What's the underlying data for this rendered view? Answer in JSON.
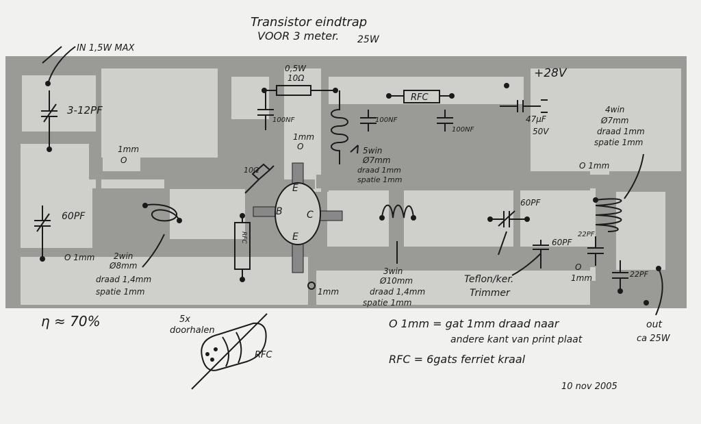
{
  "title": {
    "line1": "Transistor eindtrap",
    "line2": "VOOR 3 meter.",
    "power": "25W"
  },
  "input_label": "IN 1,5W MAX",
  "supply_label": "+28V",
  "capacitors": {
    "c_trim_in": "3-12PF",
    "c_trim_shunt": "60PF",
    "c_100nf_1": "100NF",
    "c_100nf_2": "100NF",
    "c_100nf_3": "100NF",
    "c_47uf": "47µF",
    "c_47uf_v": "50V",
    "c_out_trim1": "60PF",
    "c_out_trim2": "60PF",
    "c_22pf_1": "22PF",
    "c_22pf_2": "22PF"
  },
  "resistors": {
    "r_collector_power": "0,5W",
    "r_collector_value": "10Ω",
    "r_base": "10Ω"
  },
  "rfc_top": "RFC",
  "rfc_base": "RFC",
  "transistor": {
    "b": "B",
    "c": "C",
    "e_top": "E",
    "e_bottom": "E"
  },
  "coils": {
    "l_collector": {
      "turns": "5win",
      "diam": "Ø7mm",
      "wire": "draad 1mm",
      "spacing": "spatie 1mm"
    },
    "l_input": {
      "turns": "2win",
      "diam": "Ø8mm",
      "wire": "draad 1,4mm",
      "spacing": "spatie 1mm"
    },
    "l_mid": {
      "turns": "3win",
      "diam": "Ø10mm",
      "wire": "draad 1,4mm",
      "spacing": "spatie 1mm"
    },
    "l_out": {
      "turns": "4win",
      "diam": "Ø7mm",
      "wire": "draad 1mm",
      "spacing": "spatie 1mm"
    }
  },
  "hole_labels": {
    "h1": "1mm",
    "h1b": "O",
    "h2": "1mm",
    "h2b": "O",
    "h3": "O 1mm",
    "h4": "O 1mm",
    "h5": "1mm",
    "h6": "O",
    "h6b": "1mm"
  },
  "trimmer_note": {
    "line1": "Teflon/ker.",
    "line2": "Trimmer"
  },
  "output": {
    "line1": "out",
    "line2": "ca 25W"
  },
  "efficiency": "η ≈ 70%",
  "rfc_detail": {
    "line1": "5x",
    "line2": "doorhalen",
    "label": "RFC"
  },
  "legend": {
    "hole_line1": "O 1mm = gat 1mm draad naar",
    "hole_line2": "andere kant van print plaat",
    "rfc_line": "RFC = 6gats ferriet kraal"
  },
  "date": "10 nov 2005",
  "colors": {
    "copper": "#c9c9c5",
    "gap": "#9a9a96",
    "ink": "#1a1a1a",
    "paper": "#f1f1ef"
  }
}
